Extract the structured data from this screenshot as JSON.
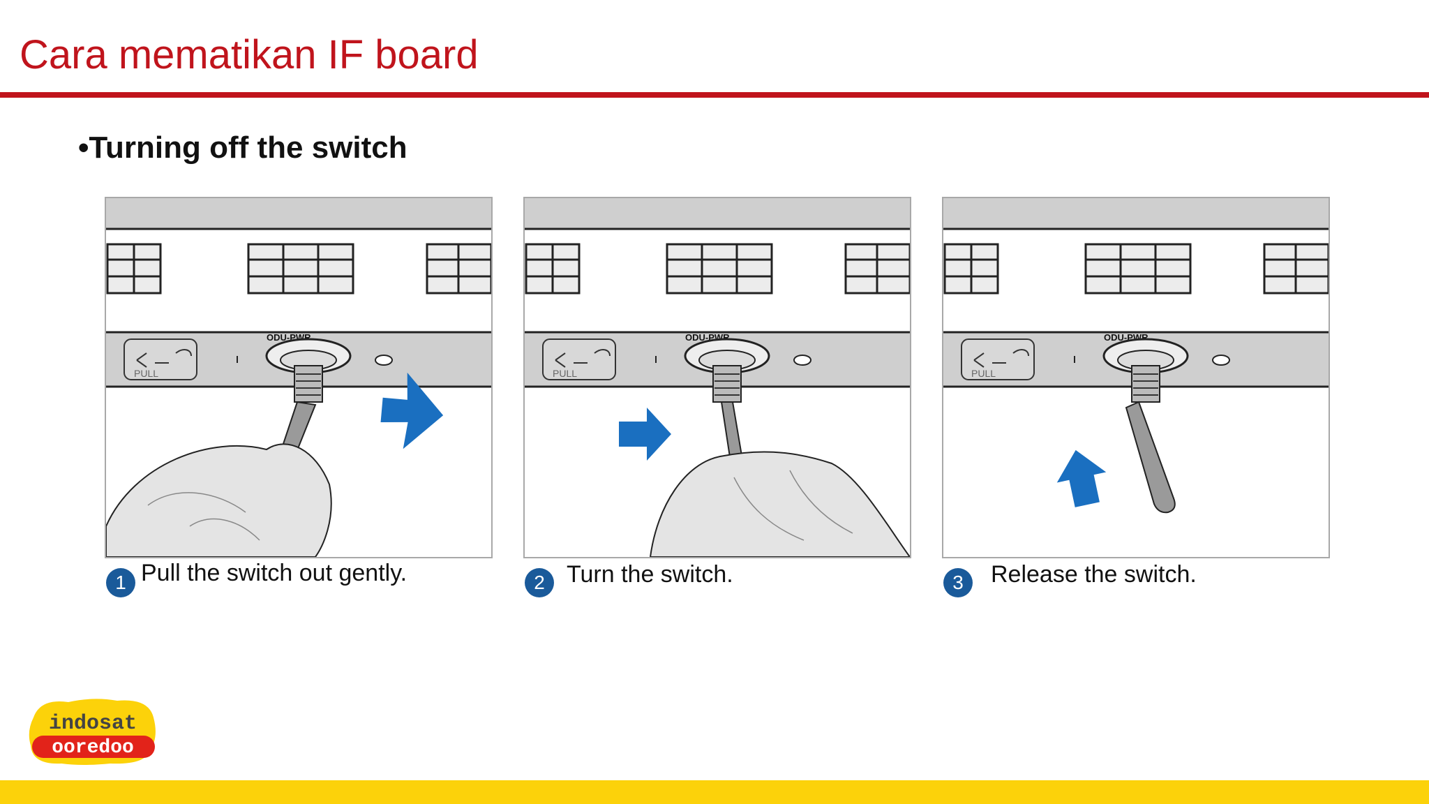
{
  "slide": {
    "title": "Cara mematikan IF board",
    "subtitle": "•Turning off the switch"
  },
  "steps": [
    {
      "number": "1",
      "caption": "Pull the switch out gently.",
      "panel_label": "ODU-PWR",
      "pull_label": "PULL"
    },
    {
      "number": "2",
      "caption": "Turn the switch.",
      "panel_label": "ODU-PWR",
      "pull_label": "PULL"
    },
    {
      "number": "3",
      "caption": "Release the switch.",
      "panel_label": "ODU-PWR",
      "pull_label": "PULL"
    }
  ],
  "logo": {
    "line1": "indosat",
    "line2": "ooredoo"
  },
  "colors": {
    "title": "#c0141c",
    "rule": "#c0141c",
    "footer": "#fcd20a",
    "badge": "#1a5a9a",
    "arrow": "#1a6fc0",
    "logo_yellow": "#fcd20a",
    "logo_red": "#e2231a"
  },
  "icons": {
    "step1_arrow": "arrow-down-left-icon",
    "step2_arrow": "arrow-right-icon",
    "step3_arrow": "arrow-up-right-icon"
  }
}
